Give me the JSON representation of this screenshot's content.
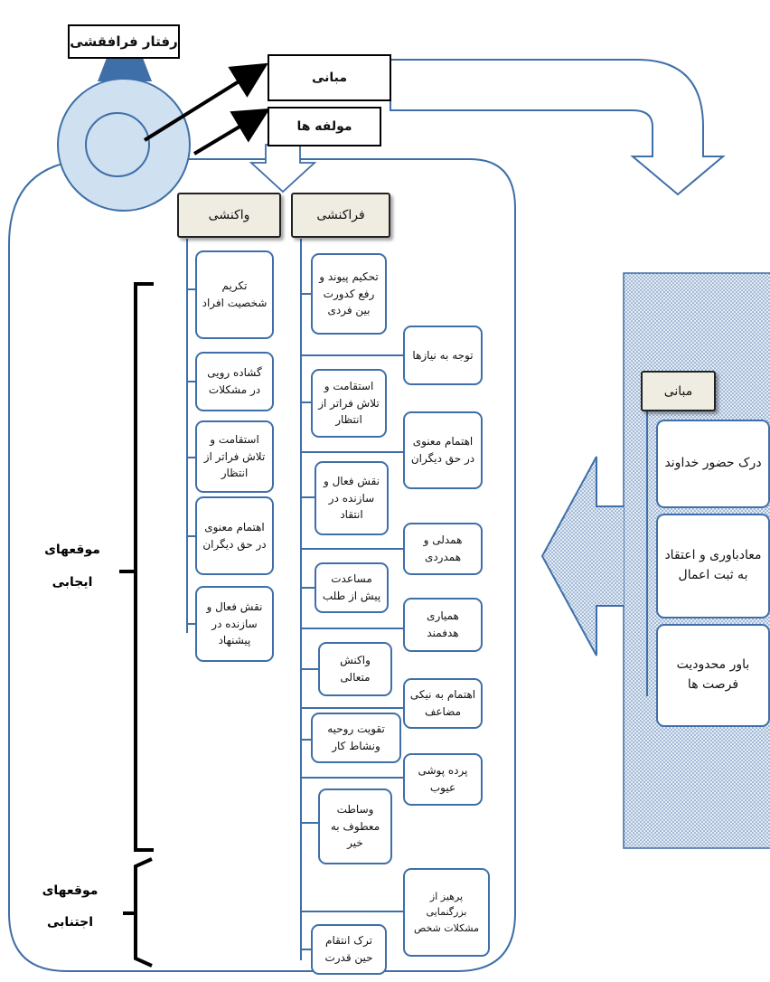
{
  "title": "رفتار فرافقشی",
  "top_boxes": {
    "mabani": "مبانی",
    "molafeha": "مولفه ها"
  },
  "headers": {
    "vakoneshi": "واکنشی",
    "farakoneshi": "فراکنشی",
    "mabani": "مبانی"
  },
  "vakoneshi_items": [
    "تکریم شخصیت افراد",
    "گشاده رویی در مشکلات",
    "استقامت و تلاش فراتر از انتظار",
    "اهتمام معنوی در حق دیگران",
    "نقش فعال و سازنده در پیشنهاد"
  ],
  "farakoneshi_inner": [
    "تحکیم پیوند و رفع کدورت بین فردی",
    "استقامت و تلاش فراتر از انتظار",
    "نقش فعال و سازنده در انتقاد",
    "مساعدت پیش از طلب",
    "واکنش متعالی",
    "تقویت روحیه ونشاط کار",
    "وساطت معطوف به خیر",
    "ترک انتقام حین قدرت"
  ],
  "farakoneshi_outer": [
    "توجه به نیازها",
    "اهتمام معنوی در حق دیگران",
    "همدلی و همدردی",
    "همیاری هدفمند",
    "اهتمام به نیکی مضاعف",
    "پرده پوشی عیوب",
    "پرهیز از بزرگنمایی مشکلات شخص"
  ],
  "mabani_items": [
    "درک حضور خداوند",
    "معادباوری و اعتقاد به ثبت اعمال",
    "باور محدودیت فرصت ها"
  ],
  "situations": {
    "ijabi": [
      "موقعهای",
      "ایجابی"
    ],
    "ejtenabi": [
      "موقعهای",
      "اجتنابی"
    ]
  },
  "colors": {
    "box_border": "#3e6fa8",
    "panel_fill": "#d7e4f1",
    "header_fill": "#efece2"
  }
}
